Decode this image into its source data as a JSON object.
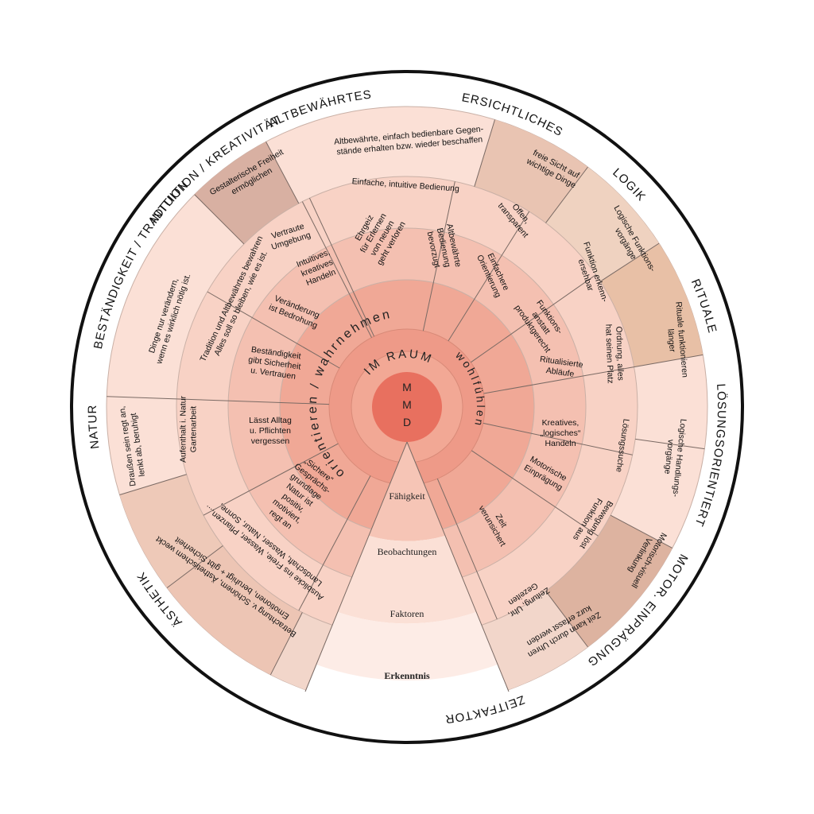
{
  "center": {
    "core": [
      "M",
      "M",
      "D"
    ],
    "raum": "IM RAUM",
    "orientieren": "orientieren / wahrnehmen",
    "wohlfuehlen": "wohlfühlen"
  },
  "side_labels": [
    "Fähigkeit",
    "Beobachtungen",
    "Faktoren",
    "Erkenntnis"
  ],
  "outer_labels": [
    "ALTBEWÄHRTES",
    "ERSICHTLICHES",
    "LOGIK",
    "RITUALE",
    "LÖSUNGSORIENTIERT",
    "MOTOR. EINPRÄGUNG",
    "ZEITFAKTOR",
    "ÄSTHETIK",
    "NATUR",
    "BESTÄNDIGKEIT / TRADITION",
    "INTUITION / KREATIVITÄT"
  ],
  "cells": {
    "altbewaehrt_outer": [
      "Altbewährte, einfach bedienbare Gegen-",
      "stände erhalten bzw. wieder beschaffen"
    ],
    "einfache_bedienung": [
      "Einfache, intuitive Bedienung"
    ],
    "ersichtlich_outer": [
      "freie Sicht auf",
      "wichtige Dinge"
    ],
    "offen": [
      "Offen,",
      "transparent"
    ],
    "logik_outer": [
      "Logische Funktions-",
      "vorgänge"
    ],
    "funktion_erkennbar": [
      "Funktion erkenn-",
      "ersehbar"
    ],
    "rituale_outer": [
      "Rituale funktionieren",
      "länger"
    ],
    "ordnung": [
      "Ordnung, alles",
      "hat seinen Platz"
    ],
    "loesung_outer": [
      "Logische Handlungs-",
      "vorgänge"
    ],
    "loesungssuche": [
      "Lösungssuche"
    ],
    "motor_outer": [
      "Motorisch-visuell",
      "Verlinkung"
    ],
    "bewegung": [
      "Bewegung löst",
      "Funktion aus"
    ],
    "zeit_outer": [
      "Zeit kann durch Uhren",
      "kurz erfasst werden"
    ],
    "zeitung": [
      "Zeitung, Uhr,",
      "Gezeiten"
    ],
    "aesthetik_outer": [
      "Betrachtung v. Schönem, Ästhetischem weckt",
      "Emotionen, beruhigt + gibt Sicherheit"
    ],
    "ausblicke": [
      "Ausblicke ins Freie, Wasser, Pflanzen,...",
      "Landschaft, Wasser, Natur, Sonne,"
    ],
    "natur_outer": [
      "Draußen sein regt an,",
      "lenkt ab, beruhigt"
    ],
    "aufenthalt": [
      "Aufenthalt i. Natur",
      "Gartenarbeit"
    ],
    "bestaendig_outer": [
      "Dinge nur verändern,",
      "wenn es wirklich nötig ist."
    ],
    "tradition": [
      "Tradition und Altbewährtes bewahren",
      "Alles soll so bleiben, wie es ist."
    ],
    "intuition_outer": [
      "Gestalterische Freiheit",
      "ermöglichen"
    ],
    "vertraute": [
      "Vertraute",
      "Umgebung"
    ],
    "intuitives": [
      "Intuitives,",
      "kreatives",
      "Handeln"
    ],
    "ehrgeiz": [
      "Ehrgeiz",
      "für Erlernen",
      "von neuen",
      "geht verloren"
    ],
    "altbewaehrte_bed": [
      "Altbewährte",
      "Bedienung",
      "bevorzugt"
    ],
    "einfachere": [
      "Einfachere",
      "Orientierung"
    ],
    "funktions_anstatt": [
      "Funktions-",
      "anstatt",
      "produktgerecht"
    ],
    "ritualisierte": [
      "Ritualisierte",
      "Abläufe"
    ],
    "kreatives": [
      "Kreatives,",
      "„logisches“",
      "Handeln"
    ],
    "motorische": [
      "Motorische",
      "Einprägung"
    ],
    "zeit_verunsichert": [
      "Zeit",
      "verunsichert"
    ],
    "veraenderung": [
      "Veränderung",
      "ist Bedrohung"
    ],
    "bestaendigkeit": [
      "Beständigkeit",
      "gibt Sicherheit",
      "u. Vertrauen"
    ],
    "laesst_alltag": [
      "Lässt Alltag",
      "u. Pflichten",
      "vergessen"
    ],
    "sichere": [
      "„Sichere“",
      "Gesprächs-",
      "grundlage",
      "Natur ist",
      "positiv,",
      "motiviert,",
      "regt an"
    ]
  },
  "colors": {
    "core": "#e8705f",
    "raum": "#ee9a88",
    "middle": "#f2ad9c",
    "inner_ring": "#f6c5b6",
    "outer_ring": "#fbe0d6",
    "white": "#ffffff",
    "line": "#7a6a64"
  }
}
